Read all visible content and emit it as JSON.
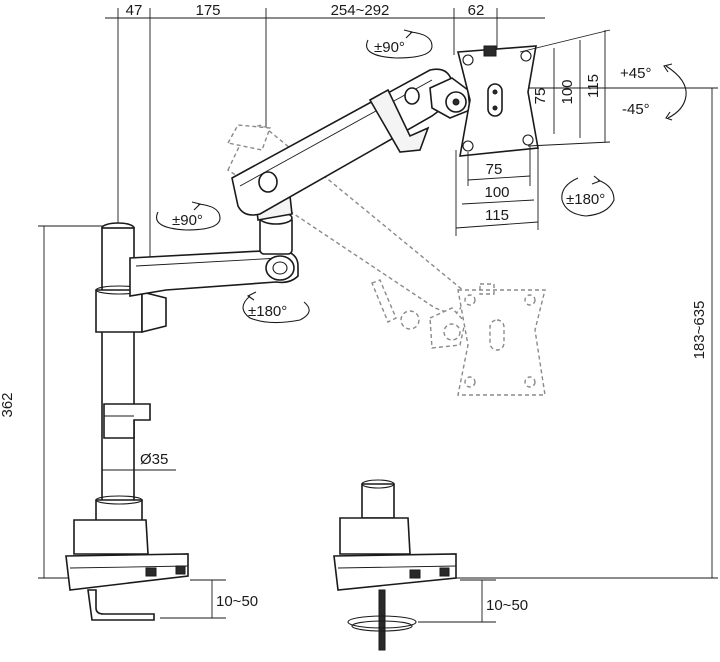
{
  "dimensions": {
    "top": [
      "47",
      "175",
      "254~292",
      "62"
    ],
    "pole_height": "362",
    "total_height": "183~635",
    "pole_diameter": "Ø35",
    "clamp_left": "10~50",
    "clamp_right": "10~50"
  },
  "vesa": {
    "vertical": [
      "75",
      "100",
      "115"
    ],
    "horizontal": [
      "75",
      "100",
      "115"
    ]
  },
  "rotations": {
    "tilt_up": "+45°",
    "tilt_down": "-45°",
    "swivel_top": "±90°",
    "swivel_mid": "±90°",
    "swivel_base": "±180°",
    "rotate_plate": "±180°"
  }
}
